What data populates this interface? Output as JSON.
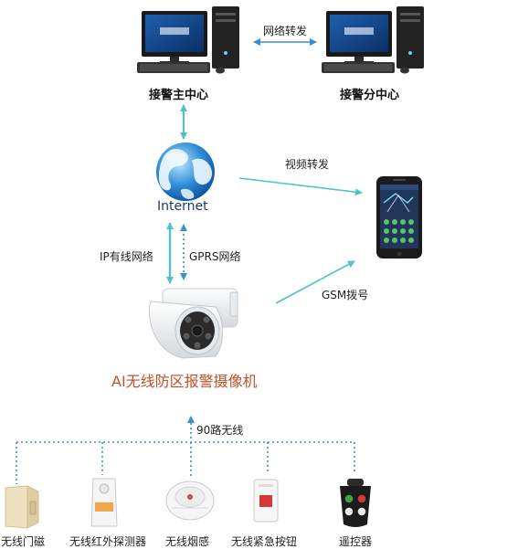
{
  "nodes": {
    "main_center": "接警主中心",
    "sub_center": "接警分中心",
    "internet": "Internet",
    "camera": "AI无线防区报警摄像机"
  },
  "links": {
    "network_forward": "网络转发",
    "video_forward": "视频转发",
    "ip_wired": "IP有线网络",
    "gprs": "GPRS网络",
    "gsm": "GSM拨号",
    "wireless_90": "90路无线"
  },
  "sensors": [
    {
      "label": "无线门磁"
    },
    {
      "label": "无线红外探测器"
    },
    {
      "label": "无线烟感"
    },
    {
      "label": "无线紧急按钮"
    },
    {
      "label": "遥控器"
    }
  ],
  "colors": {
    "arrow": "#4fc3c6",
    "camera_title": "#c0502a"
  }
}
